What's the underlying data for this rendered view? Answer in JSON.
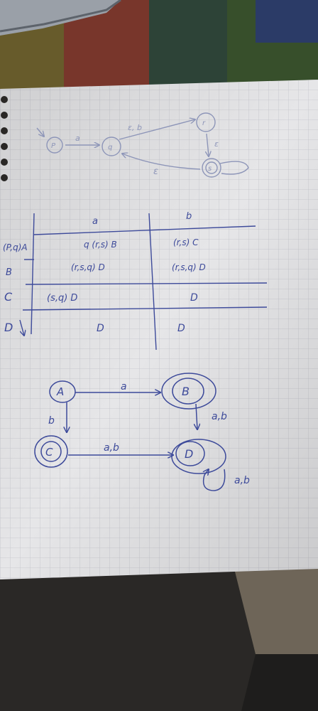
{
  "photo": {
    "subject": "handwritten NFA to DFA conversion on grid notebook paper",
    "colors": {
      "ink": "#3d4a9a",
      "faint_ink": "#8d95b8",
      "paper": "#e6e6e8",
      "grid": "#c3c4cc"
    }
  },
  "nfa": {
    "states": [
      "P",
      "q",
      "r",
      "s"
    ],
    "transition_labels": [
      "a",
      "ε, b",
      "ε",
      "ε"
    ]
  },
  "table": {
    "headers": [
      "a",
      "b"
    ],
    "rows": [
      {
        "state": "(P,q)A",
        "a": "q (r,s) B",
        "b": "(r,s) C"
      },
      {
        "state": "B",
        "a": "(r,s,q) D",
        "b": "(r,s,q) D"
      },
      {
        "state": "C",
        "a": "(s,q)  D",
        "b": "D"
      },
      {
        "state": "D",
        "a": "D",
        "b": "D"
      }
    ]
  },
  "dfa": {
    "states": [
      "A",
      "B",
      "C",
      "D"
    ],
    "transition_labels": [
      "a",
      "b",
      "a,b",
      "a,b",
      "a,b"
    ]
  }
}
